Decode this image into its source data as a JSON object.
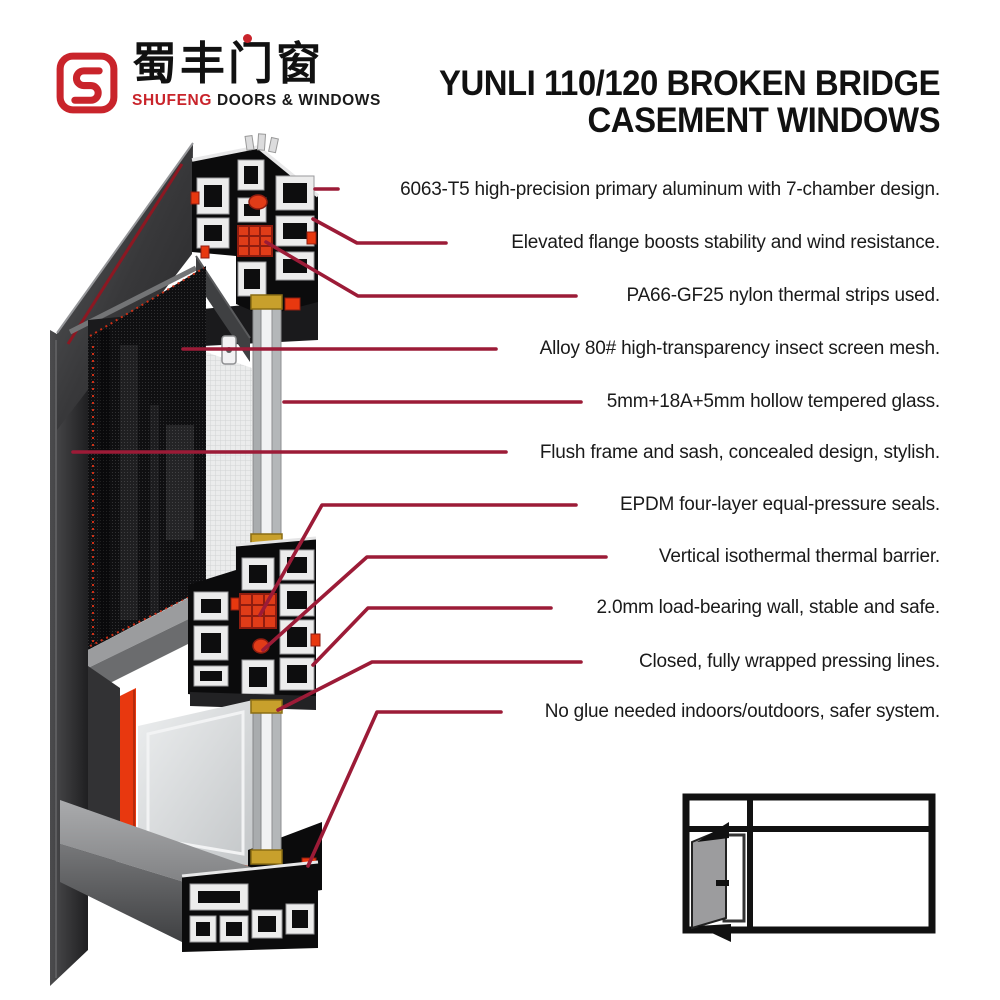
{
  "brand": {
    "chinese_name": "蜀丰门窗",
    "english_name": "SHUFENG",
    "english_suffix": "DOORS & WINDOWS"
  },
  "title": {
    "line1": "YUNLI 110/120 BROKEN BRIDGE",
    "line2": "CASEMENT WINDOWS"
  },
  "callouts": [
    {
      "label": "6063-T5 high-precision primary aluminum with 7-chamber design."
    },
    {
      "label": "Elevated flange boosts stability and wind resistance."
    },
    {
      "label": "PA66-GF25 nylon thermal strips used."
    },
    {
      "label": "Alloy 80# high-transparency insect screen mesh."
    },
    {
      "label": "5mm+18A+5mm hollow tempered glass."
    },
    {
      "label": "Flush frame and sash, concealed design, stylish."
    },
    {
      "label": "EPDM four-layer equal-pressure seals."
    },
    {
      "label": "Vertical isothermal thermal barrier."
    },
    {
      "label": "2.0mm load-bearing wall, stable and safe."
    },
    {
      "label": "Closed, fully wrapped pressing lines."
    },
    {
      "label": "No glue needed indoors/outdoors, safer system."
    }
  ],
  "colors": {
    "leader_line": "#9C1B37",
    "accent_red": "#E8380F",
    "logo_red": "#C9242B",
    "gold_spacer": "#C8A02C",
    "title_text": "#111111"
  },
  "icons": {
    "logo": "shufeng-logo-icon",
    "thumbnail": "casement-window-elevation-icon"
  }
}
